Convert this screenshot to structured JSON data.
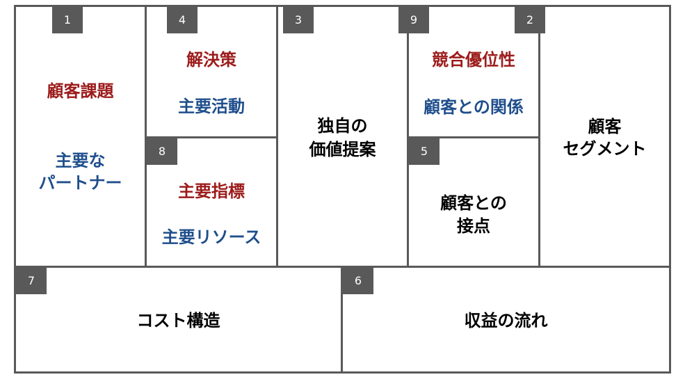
{
  "colors": {
    "border": "#595959",
    "badge_bg": "#595959",
    "badge_text": "#ffffff",
    "red_text": "#9c1b1b",
    "blue_text": "#1f4e8c",
    "black_text": "#000000"
  },
  "blocks": {
    "problem": {
      "number": "1",
      "title": "顧客課題",
      "sub_line1": "主要な",
      "sub_line2": "パートナー"
    },
    "solution": {
      "number": "4",
      "title": "解決策",
      "sub": "主要活動"
    },
    "key_metrics": {
      "number": "8",
      "title": "主要指標",
      "sub": "主要リソース"
    },
    "uvp": {
      "number": "3",
      "line1": "独自の",
      "line2": "価値提案"
    },
    "unfair_advantage": {
      "number": "9",
      "title": "競合優位性",
      "sub": "顧客との関係"
    },
    "channels": {
      "number": "5",
      "line1": "顧客との",
      "line2": "接点"
    },
    "segments": {
      "number": "2",
      "line1": "顧客",
      "line2": "セグメント"
    },
    "cost": {
      "number": "7",
      "label": "コスト構造"
    },
    "revenue": {
      "number": "6",
      "label": "収益の流れ"
    }
  }
}
